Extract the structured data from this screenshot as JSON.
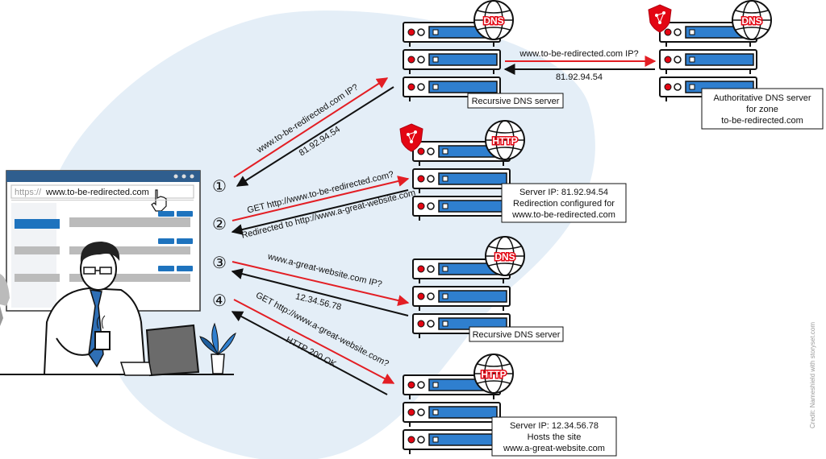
{
  "colors": {
    "blob": "#e4eef7",
    "server_blue": "#2f7fcf",
    "red": "#e30613",
    "arrow_red": "#e31e24",
    "arrow_black": "#111111"
  },
  "browser": {
    "url_scheme": "https://",
    "url_host": "www.to-be-redirected.com"
  },
  "servers": {
    "recursive_dns_top": {
      "badge": "DNS",
      "label": "Recursive DNS server"
    },
    "authoritative_dns": {
      "badge": "DNS",
      "label_lines": [
        "Authoritative DNS server",
        "for zone",
        "to-be-redirected.com"
      ]
    },
    "http_redirect": {
      "badge": "HTTP",
      "label_lines": [
        "Server IP: 81.92.94.54",
        "Redirection configured for",
        "www.to-be-redirected.com"
      ]
    },
    "recursive_dns_bottom": {
      "badge": "DNS",
      "label": "Recursive DNS server"
    },
    "http_target": {
      "badge": "HTTP",
      "label_lines": [
        "Server IP: 12.34.56.78",
        "Hosts the site",
        "www.a-great-website.com"
      ]
    }
  },
  "steps": [
    {
      "marker": "①",
      "request": "www.to-be-redirected.com IP?",
      "response": "81.92.94.54"
    },
    {
      "marker": "②",
      "request": "GET http://www.to-be-redirected.com?",
      "response": "Redirected to http://www.a-great-website.com"
    },
    {
      "marker": "③",
      "request": "www.a-great-website.com IP?",
      "response": "12.34.56.78"
    },
    {
      "marker": "④",
      "request": "GET http://www.a-great-website.com?",
      "response": "HTTP 200 OK"
    }
  ],
  "dns_exchange": {
    "request": "www.to-be-redirected.com IP?",
    "response": "81.92.94.54"
  },
  "credit": "Credit: Nameshield with storyset.com"
}
